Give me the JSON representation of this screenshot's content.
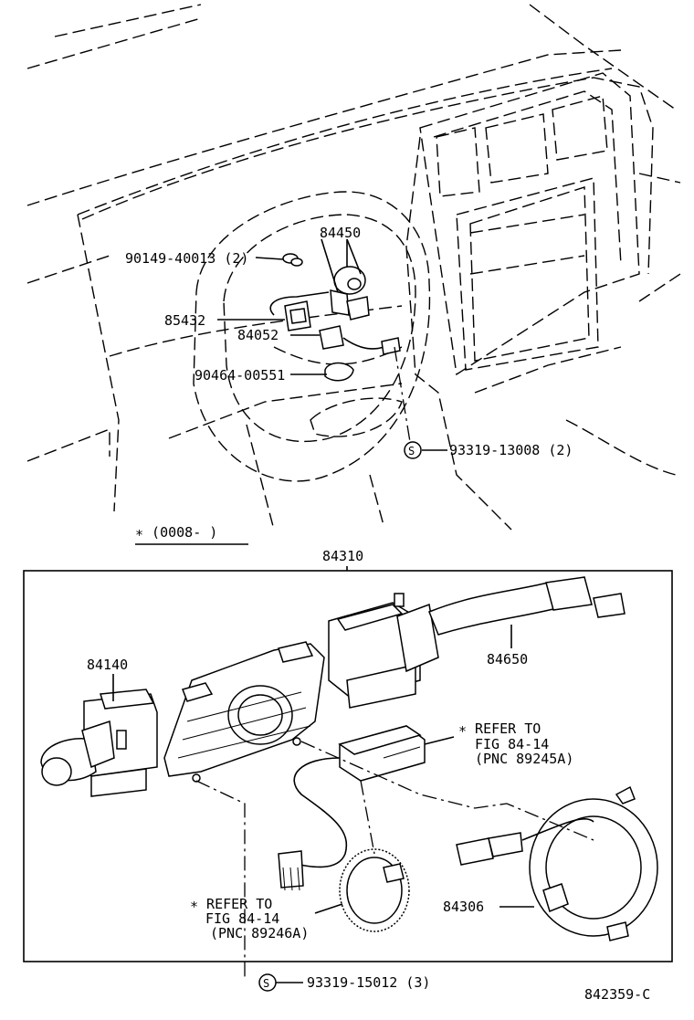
{
  "labels": {
    "p84450": "84450",
    "p90149": "90149-40013 (2)",
    "p85432": "85432",
    "p84052": "84052",
    "p90464": "90464-00551",
    "p93319a": "93319-13008 (2)",
    "s_mark": "S",
    "asterisk_note": "∗ (0008-      )",
    "p84310": "84310",
    "p84140": "84140",
    "p84650": "84650",
    "refer1_line1": "∗ REFER TO",
    "refer1_line2": "FIG 84-14",
    "refer1_line3": "(PNC 89245A)",
    "refer2_line1": "∗ REFER TO",
    "refer2_line2": "FIG 84-14",
    "refer2_line3": "(PNC 89246A)",
    "p84306": "84306",
    "p93319b": "93319-15012 (3)",
    "figure_id": "842359-C"
  }
}
